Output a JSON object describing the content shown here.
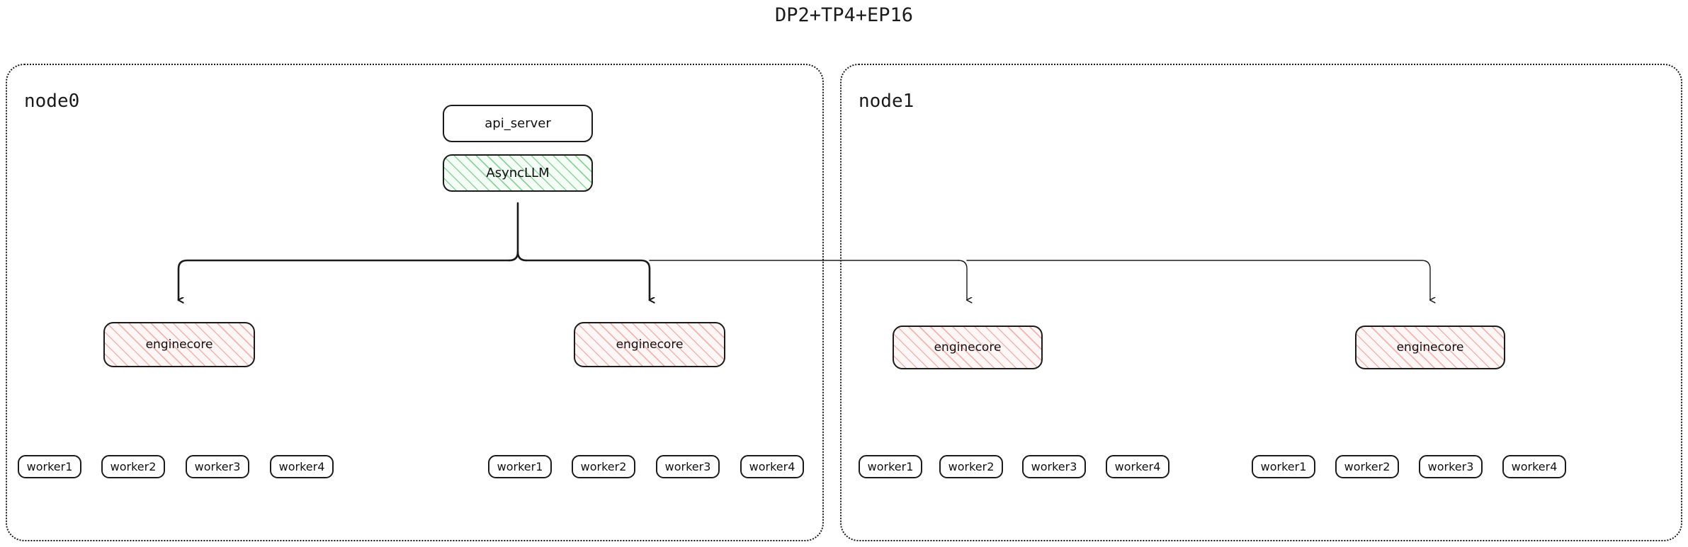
{
  "title": "DP2+TP4+EP16",
  "colors": {
    "stroke": "#1b1b1b",
    "green_hatch": "#78cd8c",
    "green_fill": "#f4fdf6",
    "pink_hatch": "#f3a6a6",
    "pink_fill": "#fff6f6",
    "background": "#ffffff"
  },
  "top": {
    "api_server": "api_server",
    "async_llm": "AsyncLLM"
  },
  "nodes": [
    {
      "label": "node0",
      "groups": [
        {
          "enginecore": "enginecore",
          "workers": [
            "worker1",
            "worker2",
            "worker3",
            "worker4"
          ]
        },
        {
          "enginecore": "enginecore",
          "workers": [
            "worker1",
            "worker2",
            "worker3",
            "worker4"
          ]
        }
      ]
    },
    {
      "label": "node1",
      "groups": [
        {
          "enginecore": "enginecore",
          "workers": [
            "worker1",
            "worker2",
            "worker3",
            "worker4"
          ]
        },
        {
          "enginecore": "enginecore",
          "workers": [
            "worker1",
            "worker2",
            "worker3",
            "worker4"
          ]
        }
      ]
    }
  ]
}
